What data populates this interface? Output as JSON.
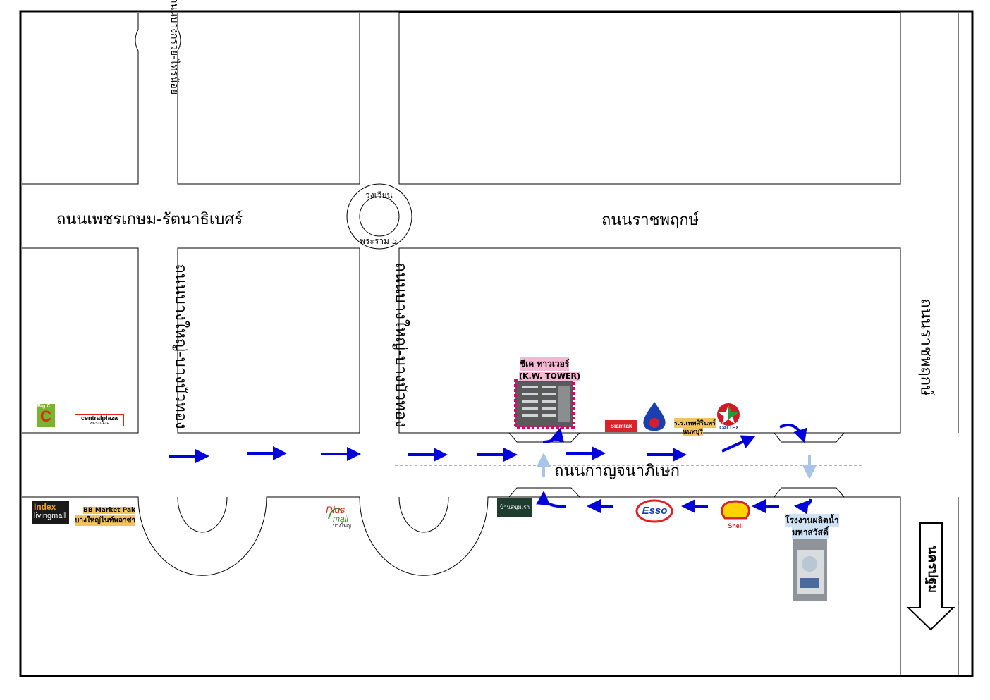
{
  "roads": {
    "phet_rattanathibet": "ถนนเพชรเกษม-รัตนาธิเบศร์",
    "ratchaphruek": "ถนนราชพฤกษ์",
    "kanchanaphisek": "ถนนกาญจนาภิเษก",
    "bang_kruai_sai_noi": "ถนนบางกรวย-ไทรน้อย",
    "bang_bua_thong_suphan_1": "ถนนบางใหญ่-บางบัวทอง",
    "bang_bua_thong_suphan_2": "ถนนบางใหญ่-บางบัวทอง",
    "ratchaphruek_right": "ถนนราชพฤกษ์"
  },
  "roundabout": {
    "line1": "วงเวียน",
    "line2": "พระราม 5"
  },
  "landmarks": {
    "kw_tower_th": "ซีเค ทาวเวอร์",
    "kw_tower_en": "(K.W. TOWER)",
    "factory_line1": "โรงงานผลิตน้ำ",
    "factory_line2": "มหาสวัสดิ์",
    "bb_market_line1": "BB Market Pak",
    "bb_market_line2": "บางใหญ่ไนท์พลาซ่า",
    "ptt_station_line1": "ร.ร.เทพศิรินทร์",
    "ptt_station_line2": "นนทบุรี",
    "direction_sign": "นครปฐม"
  },
  "logos": {
    "bigc": "Big C",
    "central_main": "centralplaza",
    "central_sub": "WESTGATE",
    "index_line1": "Index",
    "index_line2": "livingmall",
    "plusmall_line1": "Plus",
    "plusmall_line2": "mall",
    "plusmall_sub": "บางใหญ่",
    "baan": "บ้านสุขุมเรา",
    "siamtak": "Siamtak",
    "caltex": "CALTEX",
    "esso": "Esso",
    "shell": "Shell"
  },
  "colors": {
    "road_line": "#000000",
    "arrow": "#0000dd",
    "arrow_light": "#a8c4e6",
    "tower_border": "#e0006e"
  }
}
